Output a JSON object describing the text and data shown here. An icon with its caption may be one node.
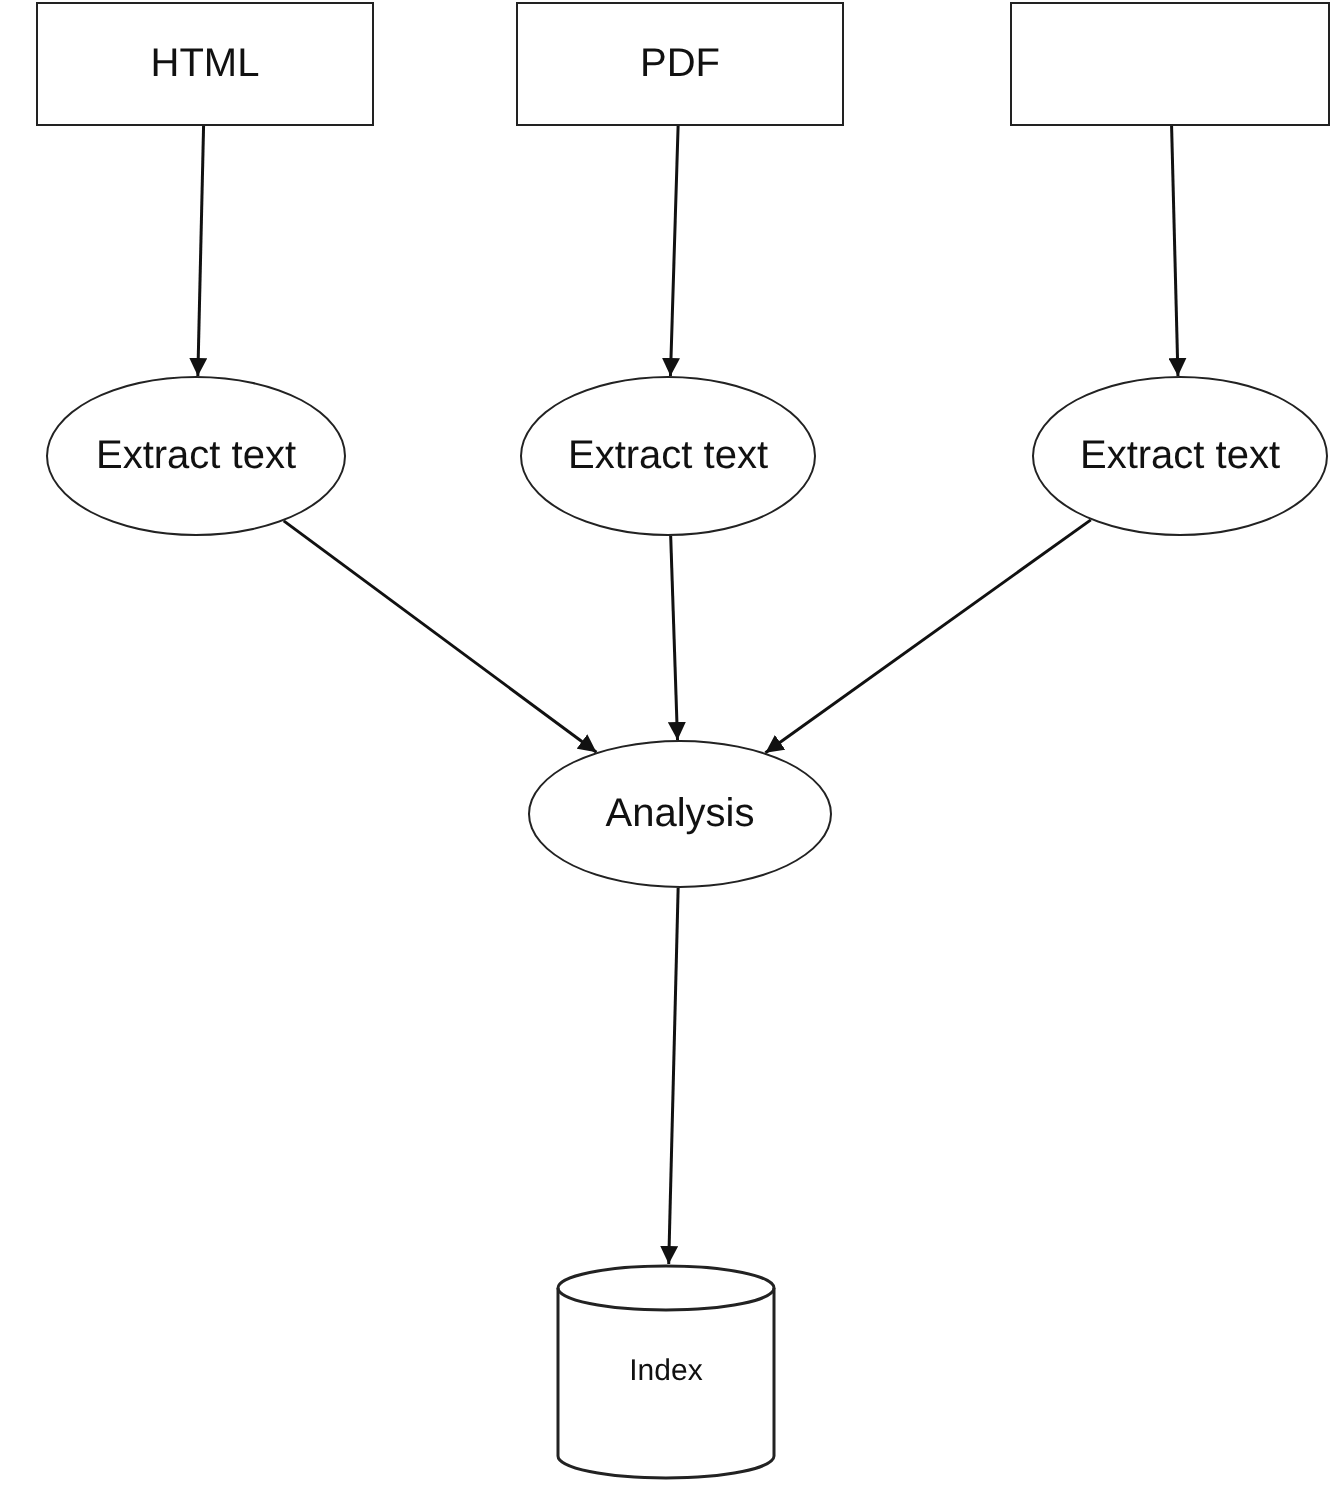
{
  "diagram": {
    "nodes": [
      {
        "text": [
          "HTML"
        ]
      },
      {
        "text": [
          "PDF"
        ]
      },
      {
        "text": [],
        "shape": "box"
      },
      {
        "text": [
          "Extract text"
        ]
      },
      {
        "text": [
          "Extract text"
        ]
      },
      {
        "text": [
          "Extract text"
        ]
      },
      {
        "text": [
          "Analysis"
        ]
      },
      {
        "text": [
          "Index"
        ]
      }
    ],
    "edges": [
      {
        "from": 0,
        "to": 3,
        "arrow": "to"
      },
      {
        "from": 1,
        "to": 4,
        "arrow": "to"
      },
      {
        "from": 2,
        "to": 5,
        "arrow": "to"
      },
      {
        "from": 3,
        "to": 6,
        "arrow": "to"
      },
      {
        "from": 4,
        "to": 6,
        "arrow": "to"
      },
      {
        "from": 5,
        "to": 6,
        "arrow": "to"
      },
      {
        "from": 6,
        "to": 7,
        "arrow": "to"
      }
    ]
  }
}
